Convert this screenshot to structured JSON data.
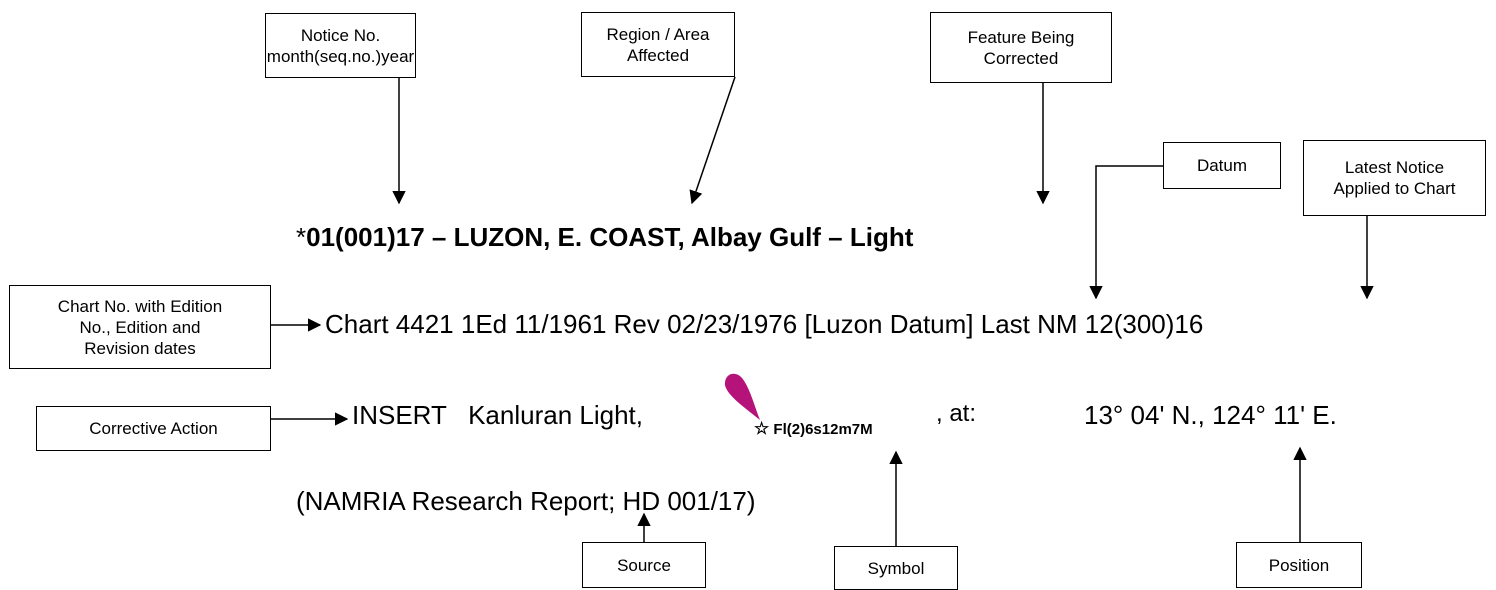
{
  "boxes": {
    "notice_no": "Notice No.\nmonth(seq.no.)year",
    "region": "Region / Area\nAffected",
    "feature": "Feature Being\nCorrected",
    "datum": "Datum",
    "latest_notice": "Latest Notice\nApplied to Chart",
    "chart_no": "Chart No. with Edition\nNo., Edition and\nRevision dates",
    "corrective_action": "Corrective Action",
    "source": "Source",
    "symbol": "Symbol",
    "position": "Position"
  },
  "notice": {
    "headline_prefix": "*",
    "headline_bold": "01(001)17 – LUZON, E. COAST, Albay Gulf – Light",
    "chart_line": "Chart 4421 1Ed 11/1961 Rev 02/23/1976 [Luzon Datum] Last NM 12(300)16",
    "action_line": "INSERT   Kanluran Light,",
    "light_characteristic": "Fl(2)6s12m7M",
    "at_label": ", at:",
    "position_value": "13° 04' N., 124° 11' E.",
    "source_line": "(NAMRIA Research Report; HD 001/17)"
  },
  "colors": {
    "light_flare": "#b5137a",
    "line": "#000000"
  },
  "icons": {
    "light_symbol": "star-icon",
    "light_flare": "light-flare-icon"
  }
}
